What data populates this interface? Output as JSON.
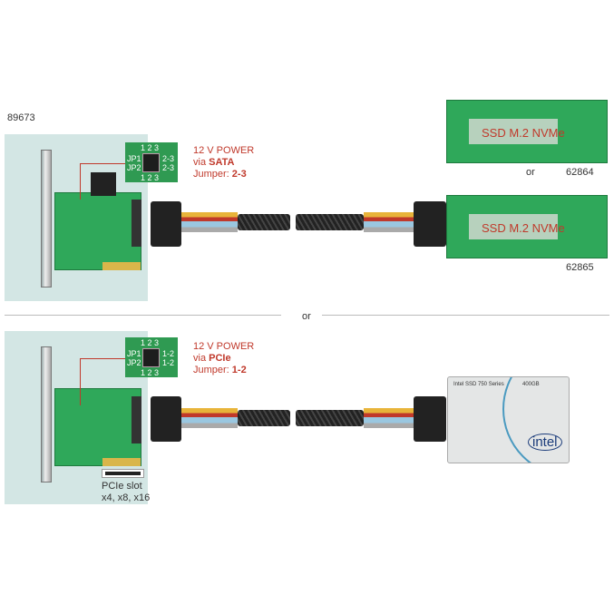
{
  "top": {
    "product_id": "89673",
    "jumper": {
      "pins_top": "1 2 3",
      "pins_bottom": "1 2 3",
      "row1": "JP1",
      "row2": "JP2",
      "setting1": "2-3",
      "setting2": "2-3"
    },
    "power": {
      "line1": "12 V POWER",
      "via": "via ",
      "source": "SATA",
      "jumper_label": "Jumper: ",
      "jumper_value": "2-3"
    },
    "adapter1": {
      "text": "SSD M.2 NVMe",
      "id": "62864"
    },
    "or_between": "or",
    "adapter2": {
      "text": "SSD M.2 NVMe",
      "id": "62865"
    }
  },
  "separator_label": "or",
  "bottom": {
    "jumper": {
      "pins_top": "1 2 3",
      "pins_bottom": "1 2 3",
      "row1": "JP1",
      "row2": "JP2",
      "setting1": "1-2",
      "setting2": "1-2"
    },
    "power": {
      "line1": "12 V POWER",
      "via": "via ",
      "source": "PCIe",
      "jumper_label": "Jumper: ",
      "jumper_value": "1-2"
    },
    "slot_label": "PCIe slot",
    "slot_sizes": "x4, x8, x16",
    "ssd": {
      "brand": "intel",
      "series": "Intel SSD 750 Series",
      "capacity": "400GB"
    }
  },
  "colors": {
    "panel": "#d3e6e4",
    "pcb": "#2fa85a",
    "accent_red": "#c0392b"
  }
}
